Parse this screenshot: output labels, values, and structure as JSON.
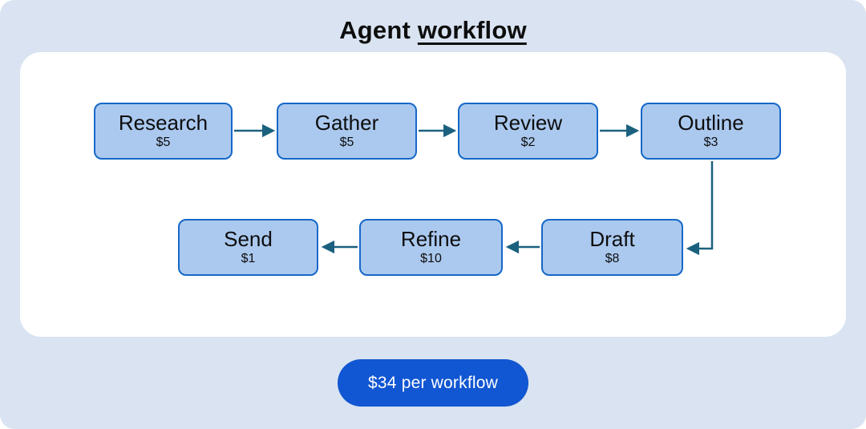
{
  "title": {
    "prefix": "Agent ",
    "underlined": "workflow"
  },
  "diagram": {
    "nodes": [
      {
        "id": "research",
        "label": "Research",
        "cost": "$5"
      },
      {
        "id": "gather",
        "label": "Gather",
        "cost": "$5"
      },
      {
        "id": "review",
        "label": "Review",
        "cost": "$2"
      },
      {
        "id": "outline",
        "label": "Outline",
        "cost": "$3"
      },
      {
        "id": "draft",
        "label": "Draft",
        "cost": "$8"
      },
      {
        "id": "refine",
        "label": "Refine",
        "cost": "$10"
      },
      {
        "id": "send",
        "label": "Send",
        "cost": "$1"
      }
    ],
    "edges": [
      {
        "from": "Research",
        "to": "Gather"
      },
      {
        "from": "Gather",
        "to": "Review"
      },
      {
        "from": "Review",
        "to": "Outline"
      },
      {
        "from": "Outline",
        "to": "Draft"
      },
      {
        "from": "Draft",
        "to": "Refine"
      },
      {
        "from": "Refine",
        "to": "Send"
      }
    ]
  },
  "badge": {
    "label": "$34 per workflow"
  },
  "colors": {
    "outer_bg": "#d9e3f1",
    "card_bg": "#ffffff",
    "node_fill": "#abc9ef",
    "node_border": "#1668c8",
    "arrow": "#1b617f",
    "badge_bg": "#1156d2",
    "badge_text": "#ffffff",
    "text": "#0d0d0d"
  }
}
